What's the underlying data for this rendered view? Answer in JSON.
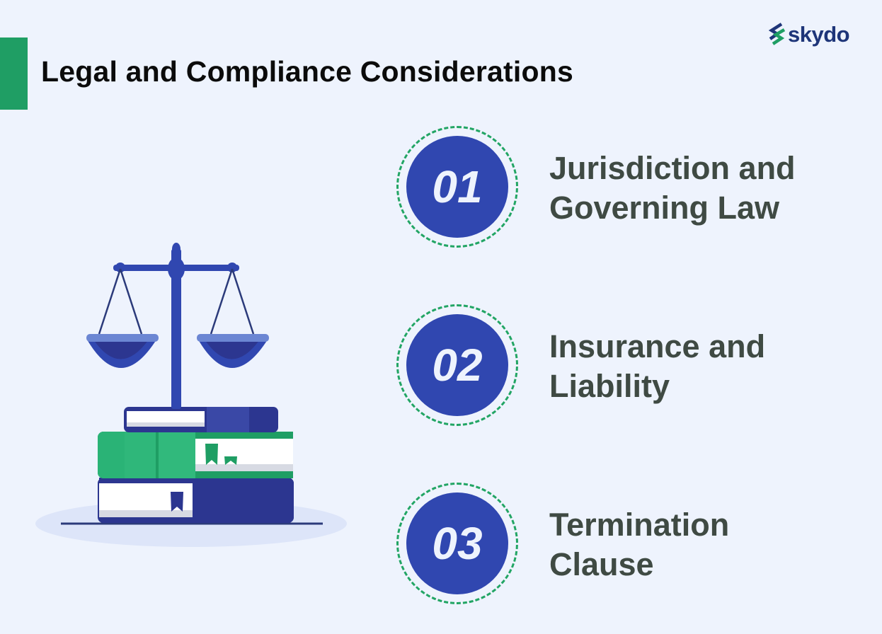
{
  "title": "Legal and Compliance Considerations",
  "brand": {
    "name": "skydo",
    "color": "#1e3579",
    "accent": "#1f9e64"
  },
  "colors": {
    "badge": "#3047b0",
    "ring": "#22a564",
    "text": "#3f4a43",
    "background": "#eef3fd"
  },
  "illustration": {
    "icon": "scales-of-justice-on-books-icon"
  },
  "steps": [
    {
      "number": "01",
      "line1": "Jurisdiction and",
      "line2": "Governing Law"
    },
    {
      "number": "02",
      "line1": "Insurance and",
      "line2": "Liability"
    },
    {
      "number": "03",
      "line1": "Termination",
      "line2": "Clause"
    }
  ]
}
